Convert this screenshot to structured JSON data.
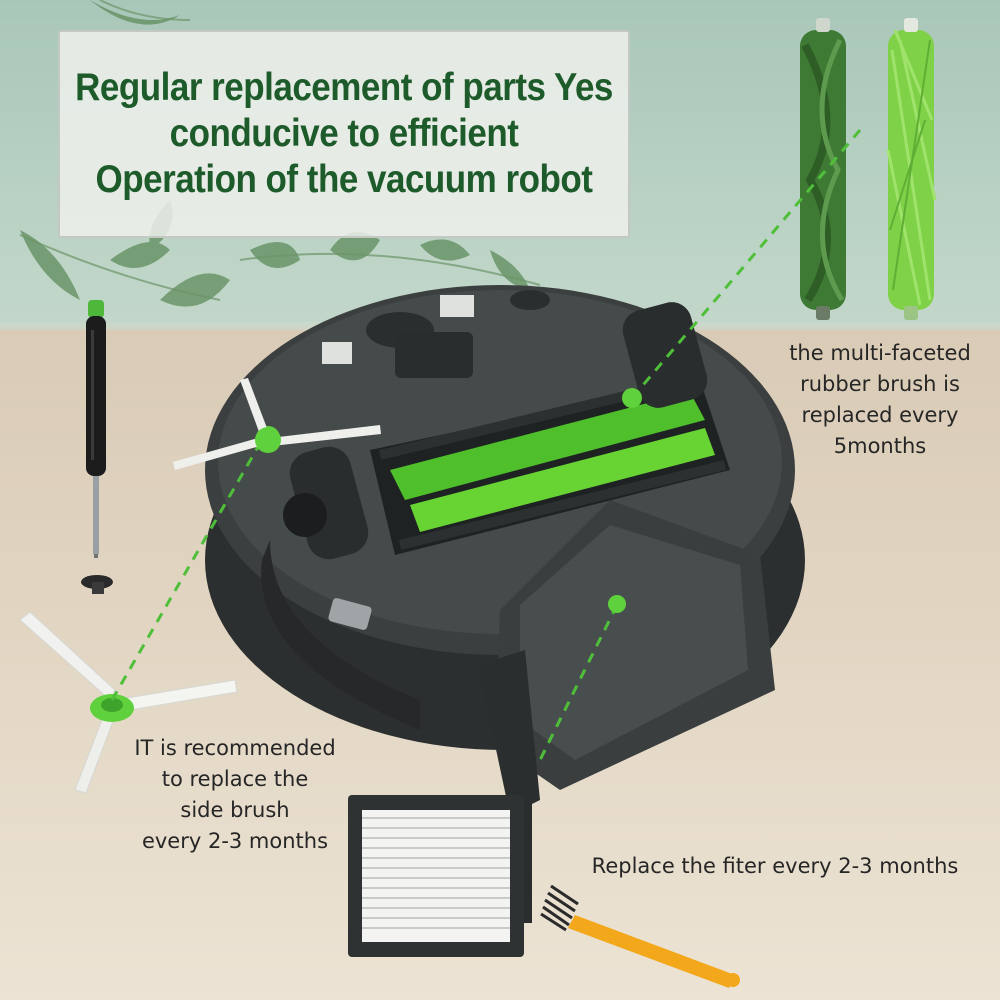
{
  "title": {
    "lines": [
      "Regular replacement of parts Yes",
      "conducive to efficient",
      "Operation of the vacuum robot"
    ]
  },
  "captions": {
    "rubber_brush": [
      "the multi-faceted",
      "rubber brush is",
      "replaced every",
      "5months"
    ],
    "side_brush": [
      "IT is recommended",
      "to replace the",
      "side brush",
      "every 2-3 months"
    ],
    "filter": "Replace the fiter every 2-3 months"
  },
  "colors": {
    "title_text": "#1e5b2b",
    "accent_green": "#5fd13c",
    "dashed_line": "#4fbf3a",
    "robot_body": "#3b3f40",
    "brush_dark": "#3f7a35",
    "brush_light": "#7fd147",
    "cleaning_brush_handle": "#f2a81a"
  },
  "icons": {
    "screwdriver": "screwdriver-icon",
    "screw": "screw-icon",
    "side_brush": "side-brush-icon",
    "filter": "hepa-filter-icon",
    "cleaning_brush": "cleaning-brush-icon",
    "rubber_brush_dark": "rubber-roller-dark-icon",
    "rubber_brush_light": "rubber-roller-light-icon"
  }
}
